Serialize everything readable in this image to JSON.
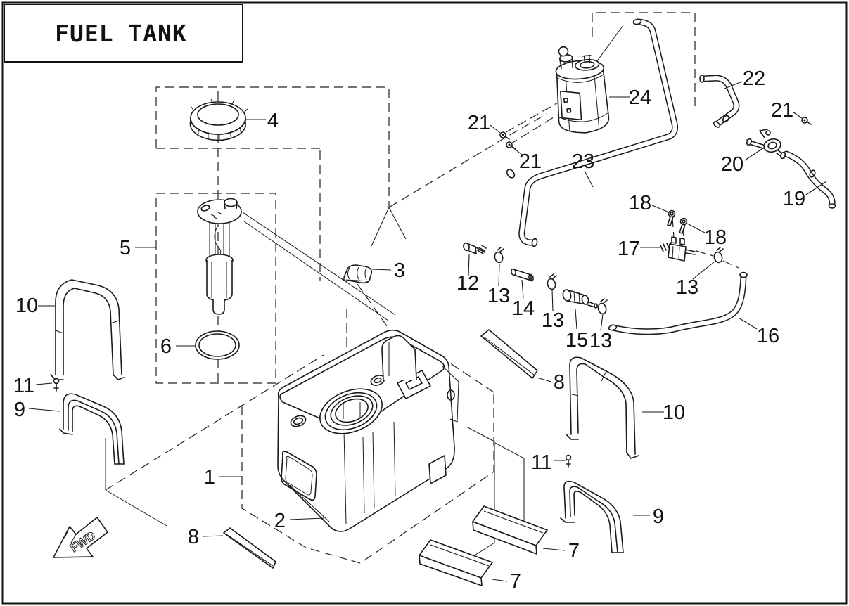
{
  "diagram": {
    "title": "FUEL TANK",
    "fwd_label": "FWD",
    "colors": {
      "line": "#1a1a1a",
      "background": "#ffffff"
    },
    "callouts": [
      {
        "label": "4"
      },
      {
        "label": "5"
      },
      {
        "label": "6"
      },
      {
        "label": "3"
      },
      {
        "label": "1"
      },
      {
        "label": "2"
      },
      {
        "label": "12"
      },
      {
        "label": "13"
      },
      {
        "label": "14"
      },
      {
        "label": "13"
      },
      {
        "label": "15"
      },
      {
        "label": "13"
      },
      {
        "label": "16"
      },
      {
        "label": "17"
      },
      {
        "label": "18"
      },
      {
        "label": "18"
      },
      {
        "label": "13"
      },
      {
        "label": "19"
      },
      {
        "label": "20"
      },
      {
        "label": "21"
      },
      {
        "label": "21"
      },
      {
        "label": "21"
      },
      {
        "label": "22"
      },
      {
        "label": "23"
      },
      {
        "label": "24"
      },
      {
        "label": "7"
      },
      {
        "label": "7"
      },
      {
        "label": "8"
      },
      {
        "label": "8"
      },
      {
        "label": "9"
      },
      {
        "label": "9"
      },
      {
        "label": "10"
      },
      {
        "label": "10"
      },
      {
        "label": "11"
      },
      {
        "label": "11"
      }
    ]
  }
}
